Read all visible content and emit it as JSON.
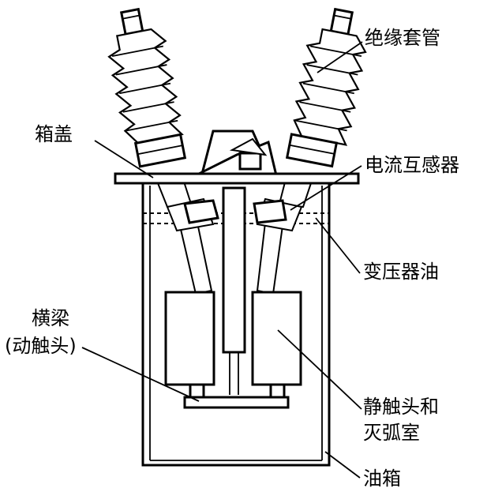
{
  "labels": {
    "bushing": "绝缘套管",
    "tank_cover": "箱盖",
    "current_transformer": "电流互感器",
    "transformer_oil": "变压器油",
    "crossbeam": "横梁",
    "moving_contact": "(动触头)",
    "static_contact_line1": "静触头和",
    "static_contact_line2": "灭弧室",
    "oil_tank": "油箱"
  }
}
